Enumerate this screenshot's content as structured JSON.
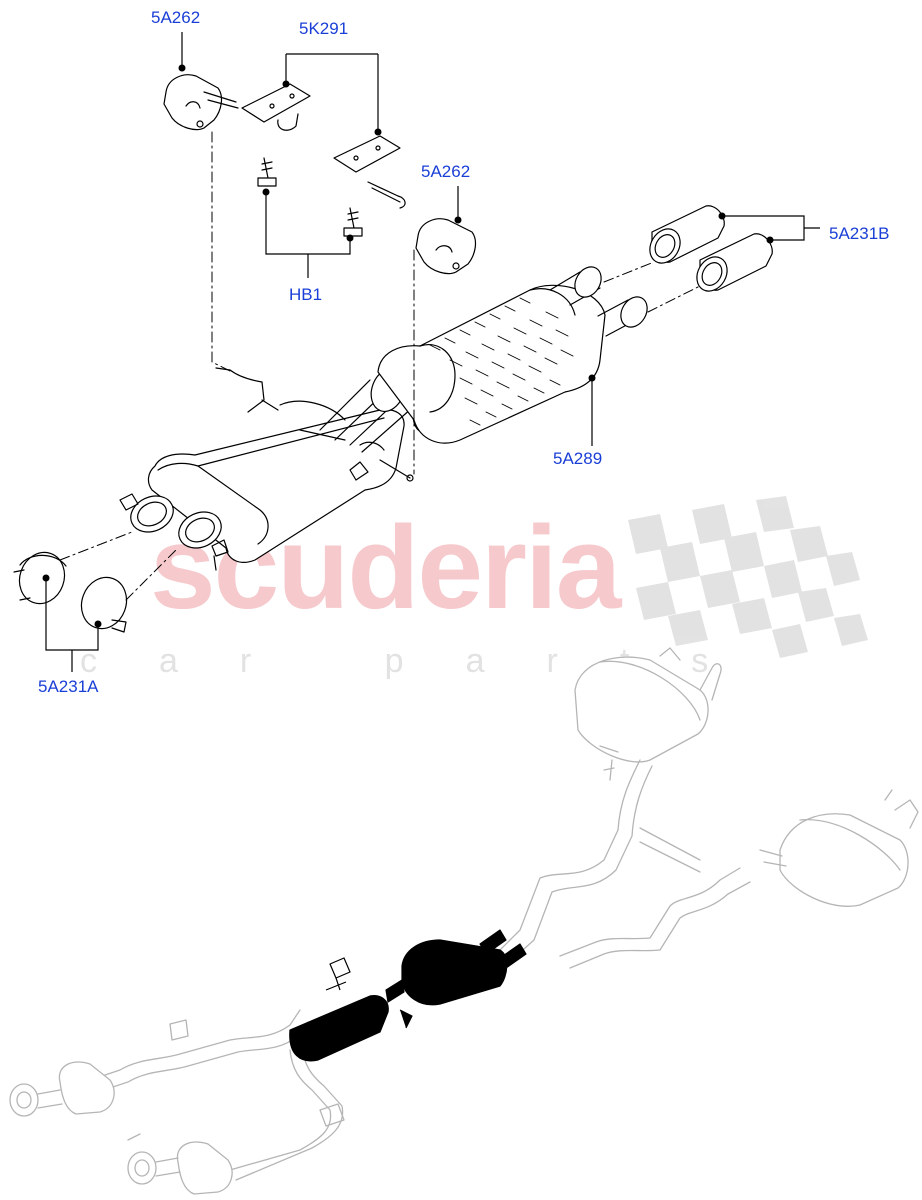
{
  "diagram": {
    "labels": {
      "l_5a262_top": "5A262",
      "l_5k291": "5K291",
      "l_5a262_mid": "5A262",
      "l_hb1": "HB1",
      "l_5a231b": "5A231B",
      "l_5a289": "5A289",
      "l_5a231a": "5A231A"
    },
    "watermark": {
      "brand": "scuderia",
      "tagline": "car parts"
    },
    "colors": {
      "callout_text": "#1a3fd6",
      "line": "#000000",
      "watermark_red": "#f6c9cc",
      "watermark_grey": "#e2e2e2",
      "overview_grey": "#b5b5b5",
      "highlight": "#000000"
    }
  }
}
